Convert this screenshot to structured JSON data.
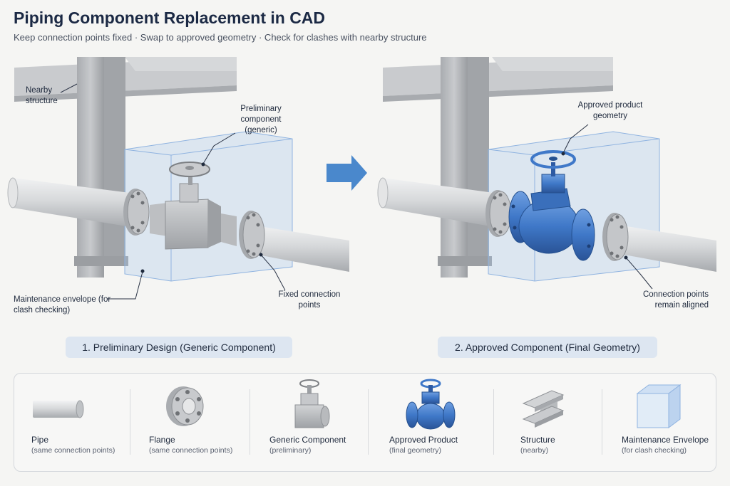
{
  "header": {
    "title": "Piping Component Replacement in CAD",
    "subtitle": "Keep connection points fixed  ·  Swap to approved geometry  ·  Check for clashes with nearby structure"
  },
  "left_panel": {
    "label": "1. Preliminary Design (Generic Component)",
    "callouts": {
      "structure": "Nearby structure",
      "component": "Preliminary component (generic)",
      "envelope": "Maintenance envelope (for clash checking)",
      "connection": "Fixed connection points"
    }
  },
  "right_panel": {
    "label": "2. Approved Component (Final Geometry)",
    "callouts": {
      "product": "Approved product geometry",
      "connection": "Connection points remain aligned"
    }
  },
  "legend": [
    {
      "name": "Pipe",
      "desc": "(same connection points)",
      "icon": "pipe-icon"
    },
    {
      "name": "Flange",
      "desc": "(same connection points)",
      "icon": "flange-icon"
    },
    {
      "name": "Generic Component",
      "desc": "(preliminary)",
      "icon": "generic-valve-icon"
    },
    {
      "name": "Approved Product",
      "desc": "(final geometry)",
      "icon": "approved-valve-icon"
    },
    {
      "name": "Structure",
      "desc": "(nearby)",
      "icon": "beam-icon"
    },
    {
      "name": "Maintenance Envelope",
      "desc": "(for clash checking)",
      "icon": "envelope-box-icon"
    }
  ],
  "colors": {
    "steel": "#b9bcc0",
    "pipe": "#d6d8da",
    "approved_blue": "#3f78c8",
    "envelope": "#a9c6ea",
    "arrow": "#4a88cc",
    "label_bg": "#dde6f1"
  }
}
